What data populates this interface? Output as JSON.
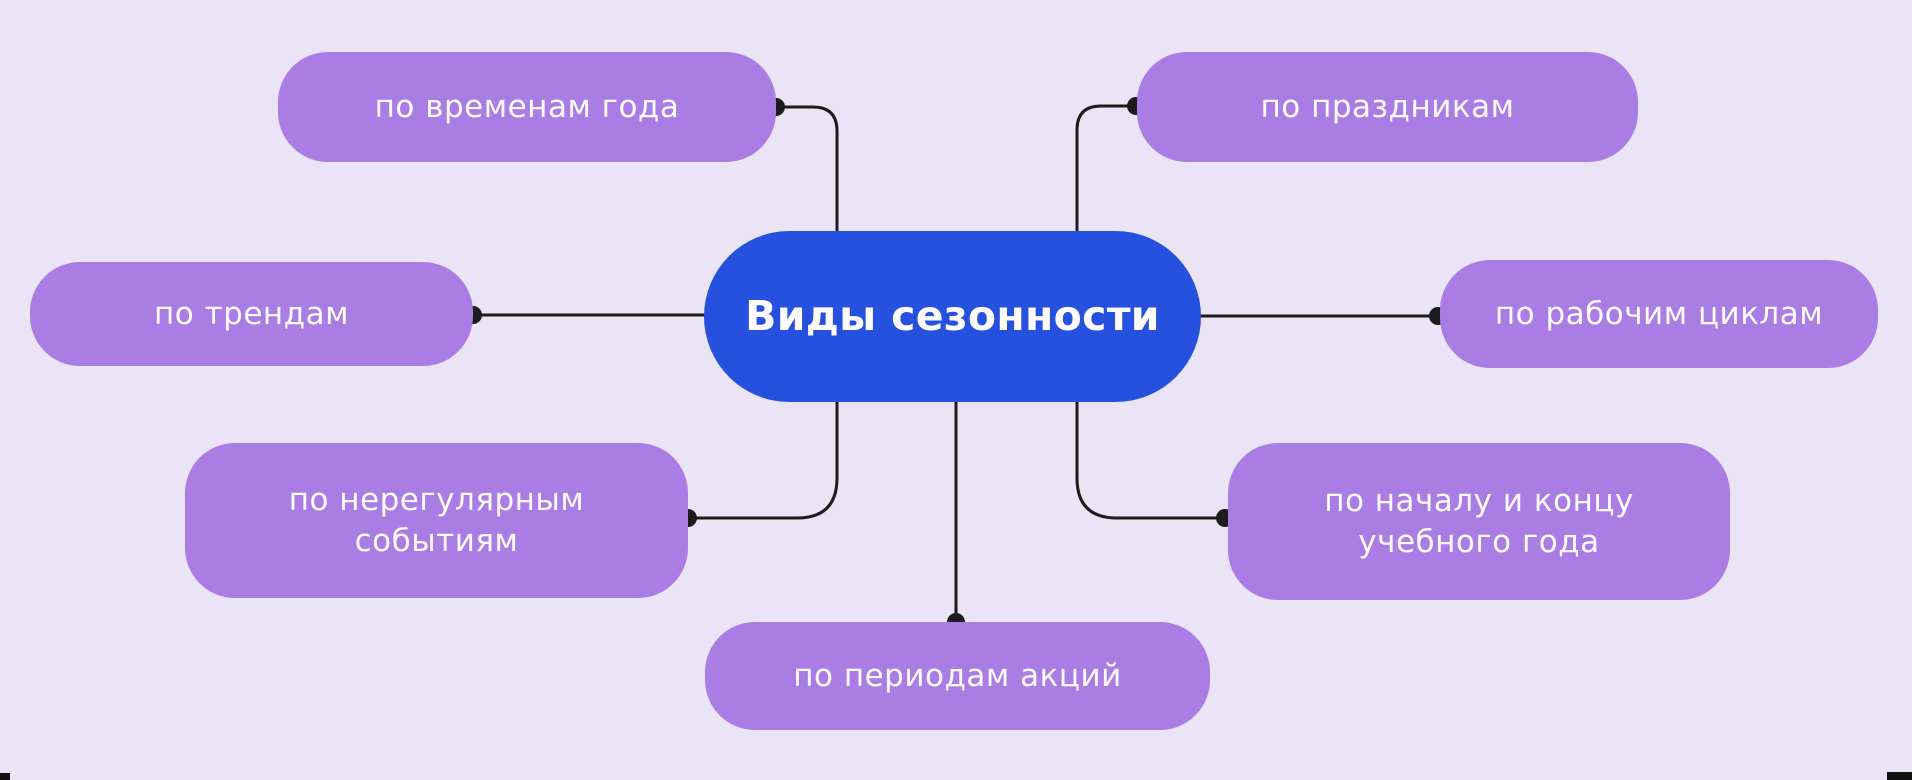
{
  "diagram": {
    "type": "mind-map",
    "center": {
      "label": "Виды сезонности"
    },
    "nodes": [
      {
        "id": "seasons",
        "label": "по временам года",
        "position": "top-left"
      },
      {
        "id": "holidays",
        "label": "по праздникам",
        "position": "top-right"
      },
      {
        "id": "trends",
        "label": "по трендам",
        "position": "left"
      },
      {
        "id": "work-cycles",
        "label": "по рабочим циклам",
        "position": "right"
      },
      {
        "id": "irregular",
        "label": "по нерегулярным событиям",
        "position": "bottom-left"
      },
      {
        "id": "school-year",
        "label": "по началу и концу учебного года",
        "position": "bottom-right"
      },
      {
        "id": "promo",
        "label": "по периодам акций",
        "position": "bottom-center"
      }
    ],
    "colors": {
      "background": "#ebe3f6",
      "node_fill": "#a97de4",
      "center_fill": "#2551de",
      "connector": "#1c1c1c",
      "text": "#ffffff"
    }
  }
}
